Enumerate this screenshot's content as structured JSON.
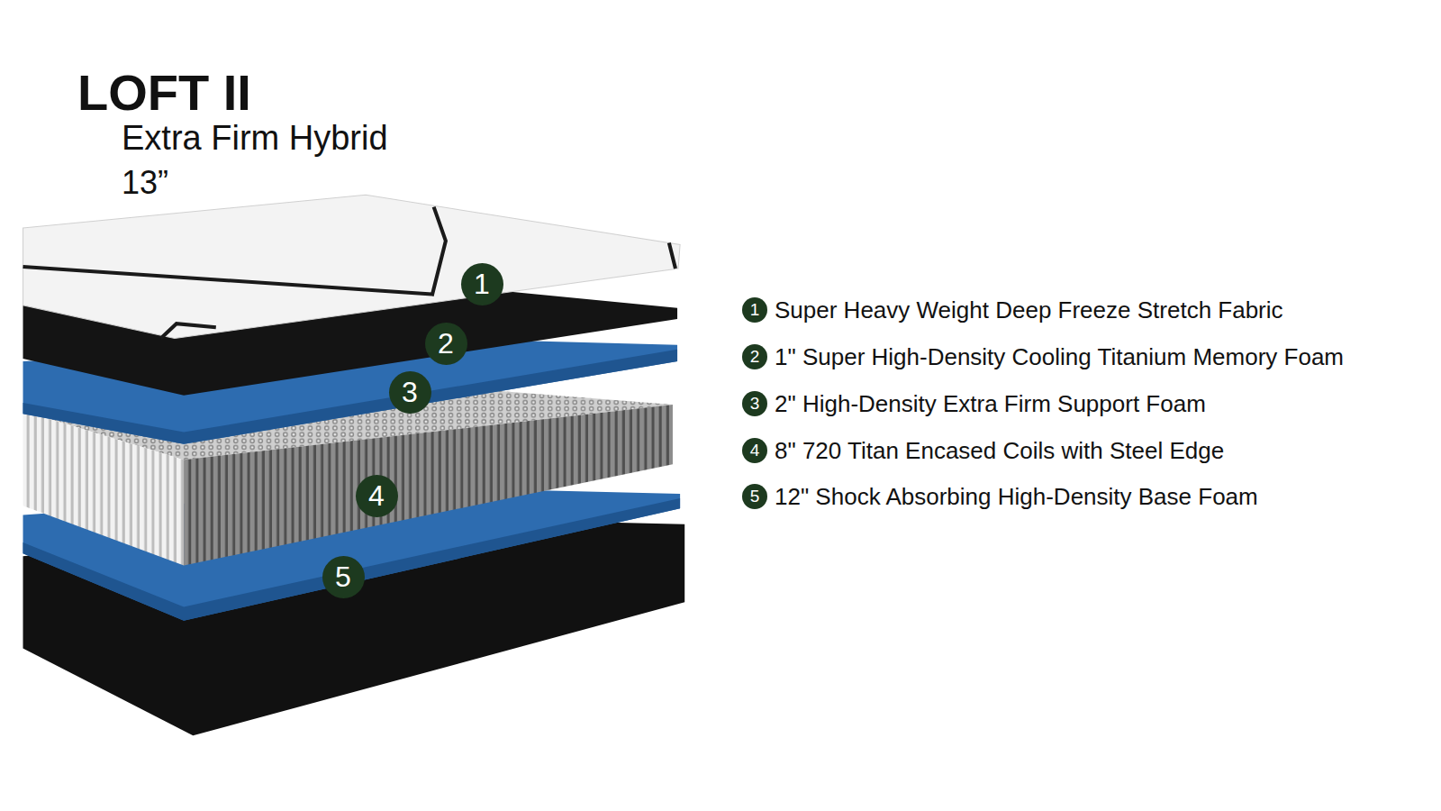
{
  "diagram": {
    "title": "LOFT II",
    "nodes": [
      {
        "text": [
          "1"
        ]
      },
      {
        "text": [
          "2"
        ]
      },
      {
        "text": [
          "3"
        ]
      },
      {
        "text": [
          "4"
        ]
      },
      {
        "text": [
          "5"
        ]
      }
    ],
    "labels": [
      "Extra Firm Hybrid",
      "13”",
      "1",
      "2",
      "3",
      "4",
      "5"
    ],
    "legend": [
      {
        "text": "Super Heavy Weight Deep Freeze Stretch Fabric",
        "color": "#1d3a1f"
      },
      {
        "text": "1\" Super High-Density Cooling Titanium Memory Foam",
        "color": "#1d3a1f"
      },
      {
        "text": "2\" High-Density Extra Firm Support Foam",
        "color": "#1d3a1f"
      },
      {
        "text": "8\" 720 Titan Encased Coils with Steel Edge",
        "color": "#1d3a1f"
      },
      {
        "text": "12\" Shock Absorbing High-Density Base Foam",
        "color": "#1d3a1f"
      }
    ]
  }
}
